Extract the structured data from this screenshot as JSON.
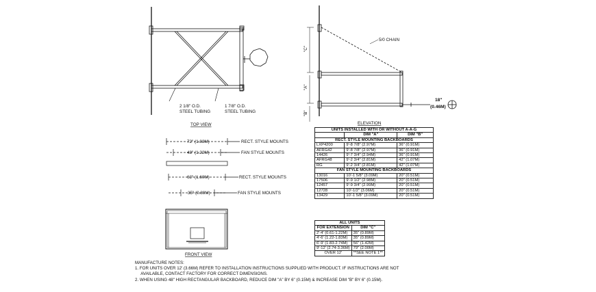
{
  "top_view": {
    "title": "TOP VIEW",
    "label_tube_left": [
      "2 1/8\" O.D.",
      "STEEL TUBING"
    ],
    "label_tube_right": [
      "1 7/8\" O.D.",
      "STEEL TUBING"
    ]
  },
  "front_view": {
    "title": "FRONT VIEW",
    "dims": [
      {
        "value": "72\" (1.83M)",
        "desc": "RECT. STYLE MOUNTS"
      },
      {
        "value": "48\" (1.22M)",
        "desc": "FAN STYLE MOUNTS"
      },
      {
        "value": "63\" (1.60M)",
        "desc": "RECT. STYLE MOUNTS"
      },
      {
        "value": "35\" (0.89M)",
        "desc": "FAN STYLE MOUNTS"
      }
    ]
  },
  "elevation": {
    "title": "ELEVATION",
    "chain_label": "5/0 CHAIN",
    "dim_c": "\"C\"",
    "dim_a": "\"A\"",
    "dim_b": "\"B\"",
    "ext_value": "18\"",
    "ext_metric": "(0.46M)"
  },
  "table1": {
    "title": "UNITS INSTALLED WITH OR WITHOUT A-A-G",
    "col_a": "DIM \"A\"",
    "col_b": "DIM \"B\"",
    "section_rect": "RECT. STYLE MOUNTING BACKBOARDS",
    "rect_rows": [
      [
        "LXP4200",
        "9'-8 7/8\" (2.97M)",
        "36\" (0.91M)"
      ],
      [
        "AFRG42",
        "9'-8 7/8\" (2.97M)",
        "36\" (0.91M)"
      ],
      [
        "14426",
        "9'-7 3/4\" (2.94M)",
        "36\" (0.91M)"
      ],
      [
        "AFRG48",
        "9'-2 3/4\" (2.81M)",
        "42\" (1.07M)"
      ],
      [
        "RG",
        "9'-2 3/4\" (2.81M)",
        "42\" (1.07M)"
      ]
    ],
    "section_fan": "FAN STYLE MOUNTING BACKBOARDS",
    "fan_rows": [
      [
        "13016",
        "10'-1 5/8\" (3.09M)",
        "20\" (0.51M)"
      ],
      [
        "17506",
        "9'-9 1/2\" (2.98M)",
        "20\" (0.51M)"
      ],
      [
        "12457",
        "9'-9 3/4\" (2.99M)",
        "20\" (0.51M)"
      ],
      [
        "12728",
        "10'-1/2\" (3.06M)",
        "20\" (0.51M)"
      ],
      [
        "13429",
        "10'-1 5/8\" (3.09M)",
        "20\" (0.51M)"
      ]
    ]
  },
  "table2": {
    "title": "ALL UNITS",
    "col_ext": "FOR EXTENSION",
    "col_c": "DIM \"C\"",
    "rows": [
      [
        "2'-4' (0.61-1.22M)",
        "35\" (0.89M)"
      ],
      [
        "4'-6' (1.22-1.83M)",
        "35\" (0.89M)"
      ],
      [
        "6'-9' (1.83-2.74M)",
        "56\" (1.42M)"
      ],
      [
        "9'-12' (2.74-3.36M)",
        "79\" (2.00M)"
      ],
      [
        "OVER 12'",
        "**SEE NOTE 1**"
      ]
    ]
  },
  "notes": {
    "heading": "MANUFACTURE NOTES:",
    "items": [
      "1.  FOR UNITS OVER 12' (3.66M) REFER TO INSTALLATION INSTRUCTIONS SUPPLIED WITH PRODUCT. IF INSTRUCTIONS ARE NOT",
      "     AVAILABLE, CONTACT FACTORY FOR CORRECT DIMENSIONS.",
      "2.  WHEN USING 48\" HIGH RECTANGULAR BACKBOARD, REDUCE DIM \"A\" BY 6\" (0.15M) & INCREASE DIM \"B\" BY 6\" (0.15M)."
    ]
  }
}
